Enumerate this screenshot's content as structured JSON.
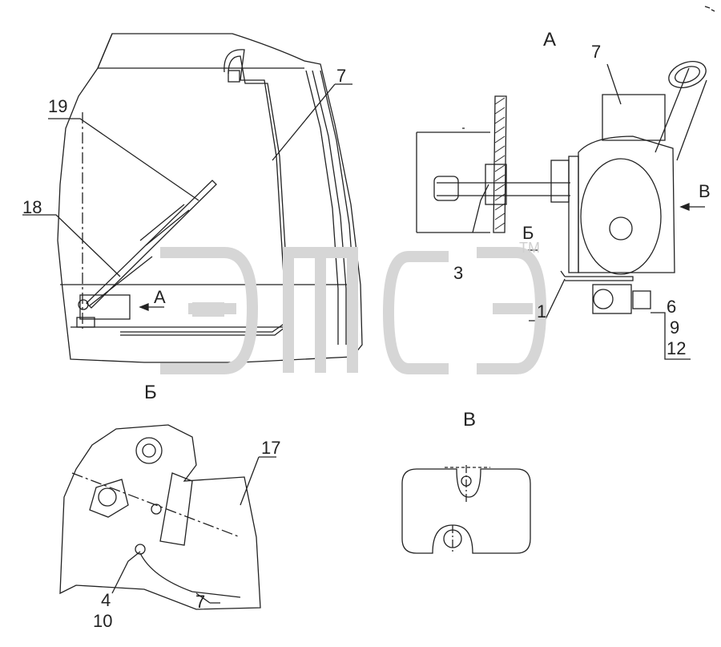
{
  "views": {
    "a_top": "А",
    "b_left": "Б",
    "v_mid": "В",
    "b_arrow": "Б",
    "v_arrow": "В",
    "a_arrow": "А"
  },
  "callouts": {
    "c19": "19",
    "c18": "18",
    "c7_left": "7",
    "c7_right": "7",
    "c3": "3",
    "c1": "1",
    "c6": "6",
    "c9": "9",
    "c12": "12",
    "c17": "17",
    "c4": "4",
    "c10": "10",
    "c7_bottom": "7"
  },
  "watermark": {
    "tm": "TM"
  },
  "colors": {
    "line": "#222222",
    "watermark": "#d6d6d6"
  }
}
